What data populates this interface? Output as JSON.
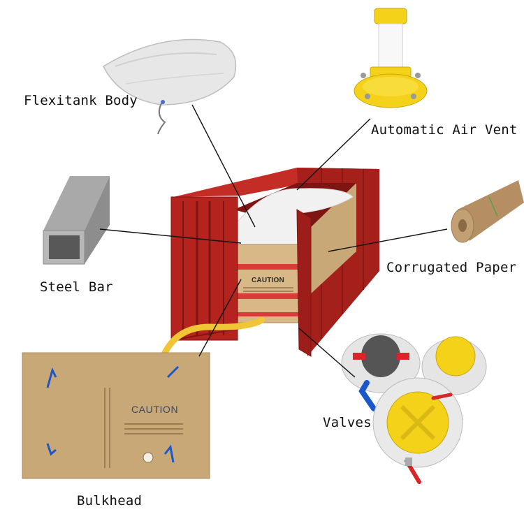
{
  "labels": {
    "flexitank_body": "Flexitank Body",
    "automatic_air_vent": "Automatic Air Vent",
    "steel_bar": "Steel Bar",
    "corrugated_paper": "Corrugated Paper",
    "valves": "Valves",
    "bulkhead": "Bulkhead"
  },
  "container_caution": "CAUTION",
  "bulkhead_caution": "CAUTION",
  "colors": {
    "container_red": "#b5231f",
    "container_dark": "#7e1512",
    "cardboard": "#c9a878",
    "flexitank_white": "#f1f1f1",
    "valve_yellow": "#f4d21a",
    "valve_red": "#d8262a",
    "valve_blue": "#1b57c9",
    "hose_yellow": "#f0c636",
    "leader_line": "#111111"
  }
}
